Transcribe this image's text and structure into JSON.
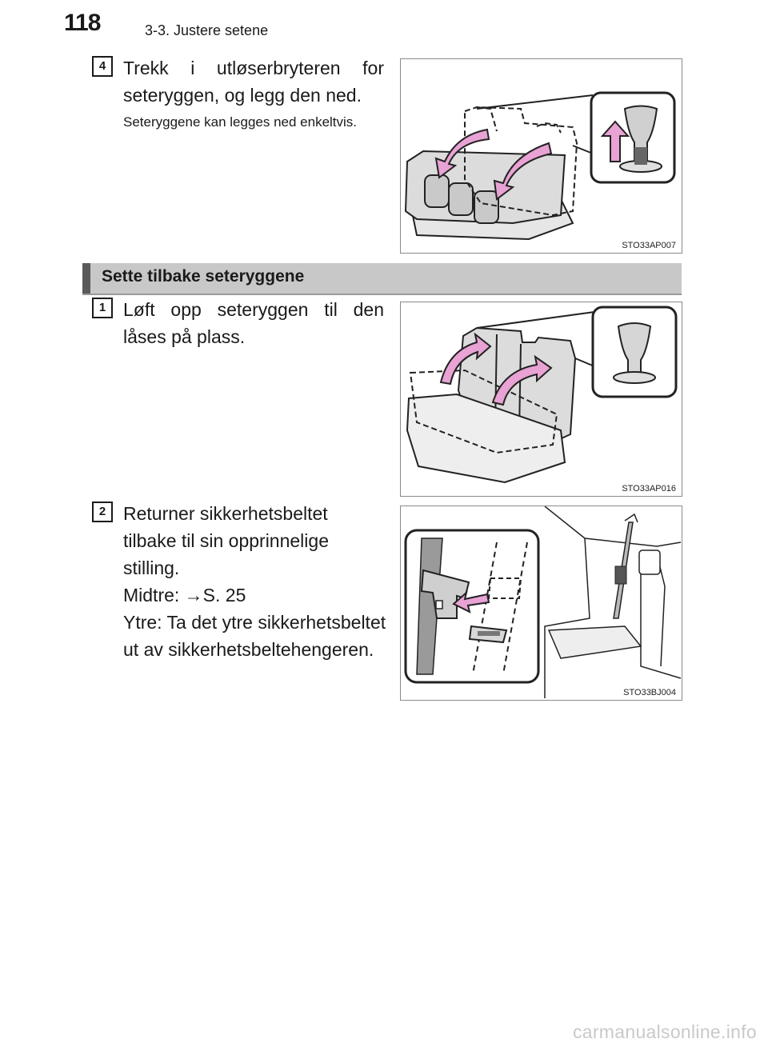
{
  "header": {
    "page_number": "118",
    "section_title": "3-3. Justere setene"
  },
  "step4": {
    "number": "4",
    "instruction": "Trekk i utløserbryteren for seteryggen, og legg den ned.",
    "note": "Seteryggene kan legges ned enkeltvis.",
    "figure_code": "STO33AP007"
  },
  "section_band": {
    "title": "Sette tilbake seteryggene"
  },
  "step1": {
    "number": "1",
    "instruction": "Løft opp seteryggen til den låses på plass.",
    "figure_code": "STO33AP016"
  },
  "step2": {
    "number": "2",
    "line1": "Returner sikkerhetsbeltet",
    "line2": "tilbake til sin opprinnelige",
    "line3": "stilling.",
    "line4": "Midtre: →S. 25",
    "line5": "Ytre: Ta det ytre sikkerhetsbeltet",
    "line6": "ut av sikkerhetsbeltehengeren.",
    "figure_code": "STO33BJ004"
  },
  "watermark": "carmanualsonline.info",
  "colors": {
    "arrow_fill": "#e8a2d4",
    "arrow_stroke": "#222222",
    "band_bg": "#c8c8c8",
    "band_accent": "#5a5a5a"
  }
}
